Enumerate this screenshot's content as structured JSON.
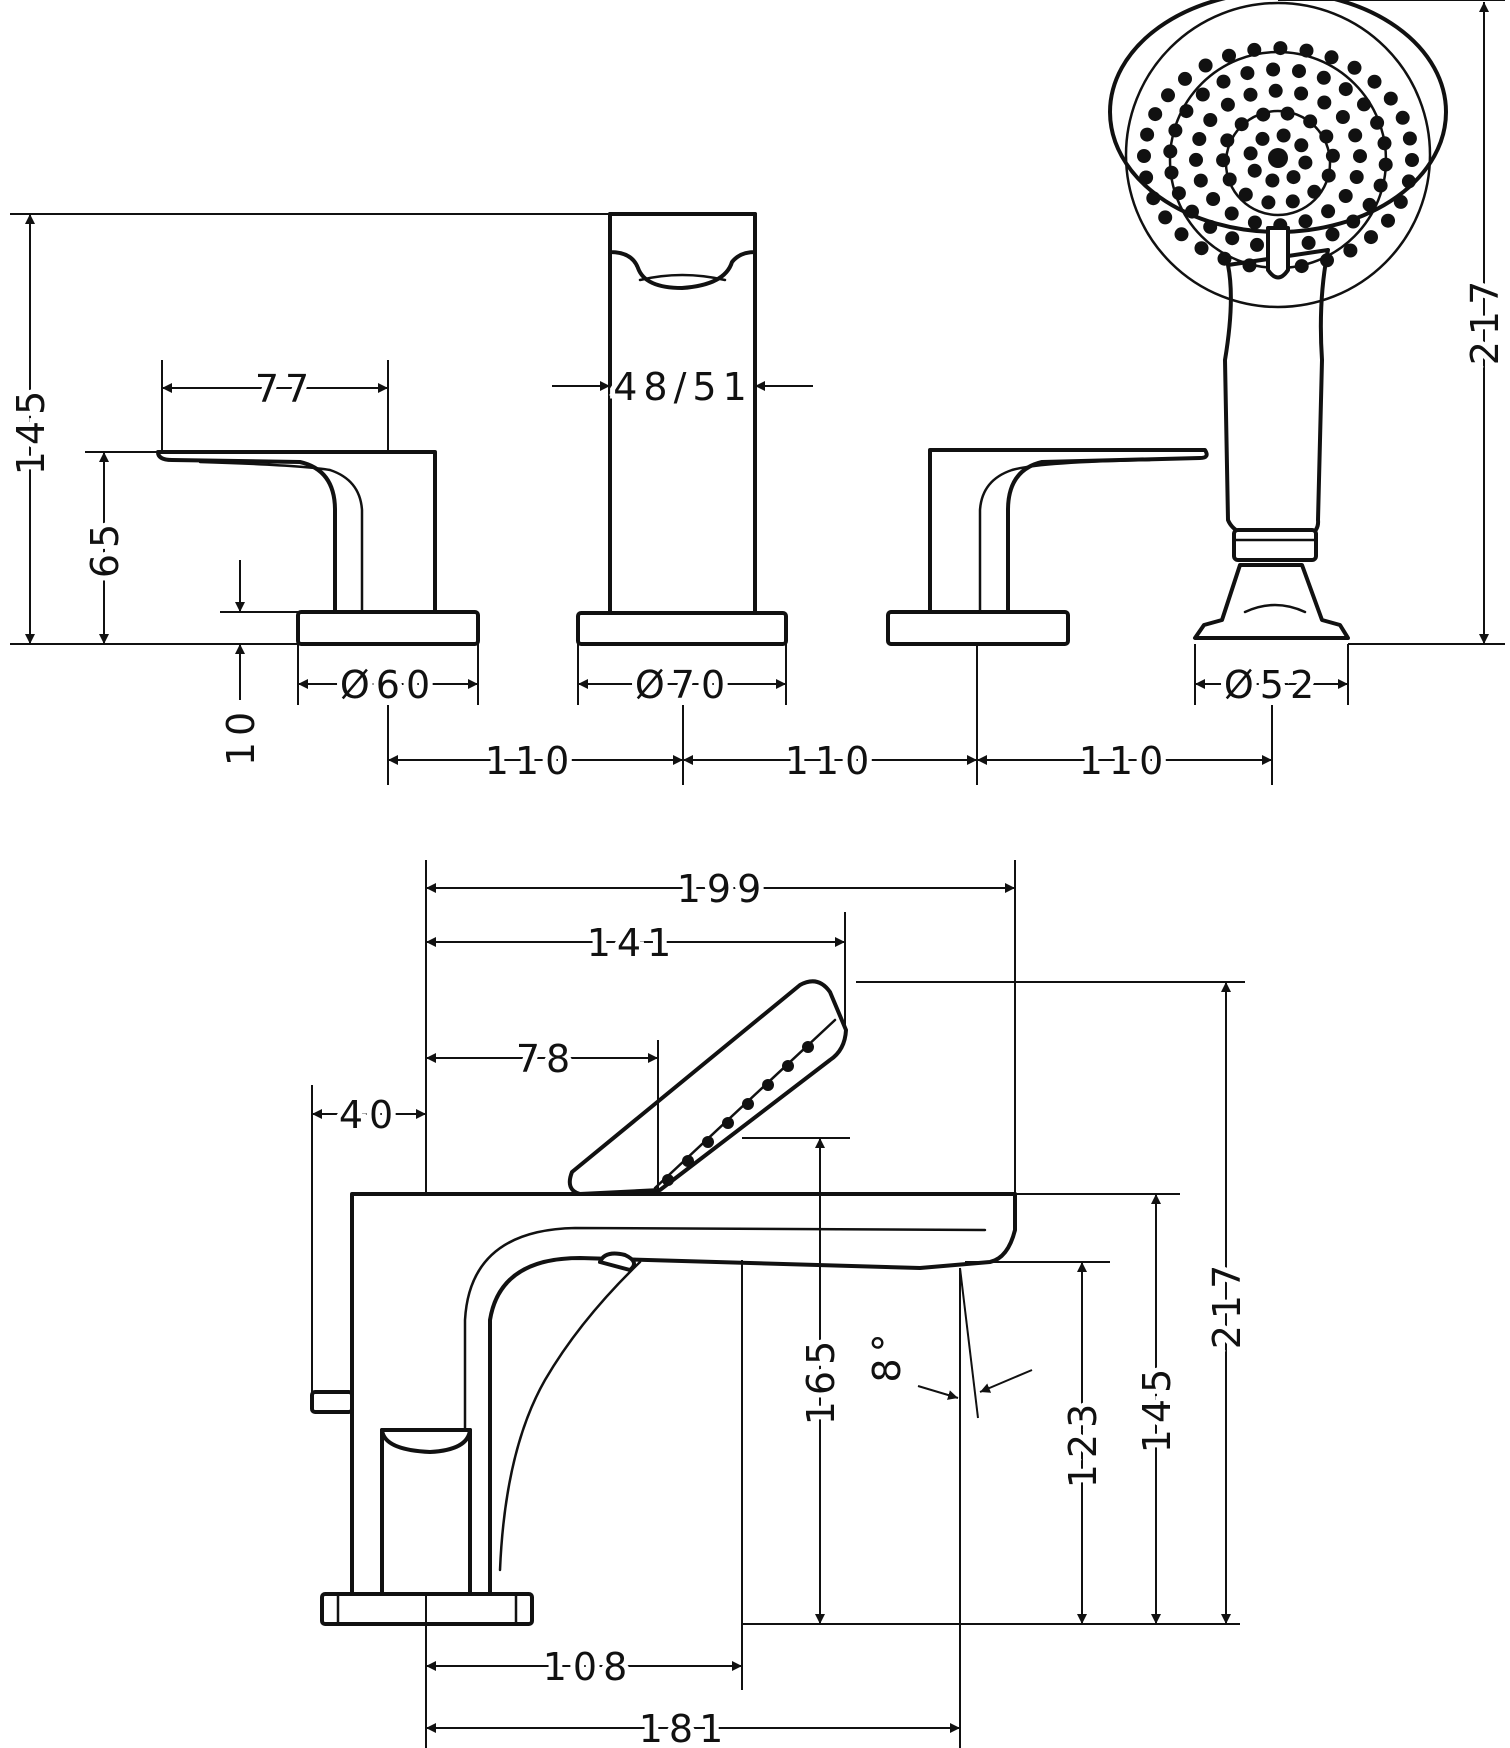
{
  "dimensions": {
    "top_height_total": "145",
    "top_lever_height": "65",
    "top_base_height": "10",
    "top_lever_reach": "77",
    "top_spout_width": "48/51",
    "top_valve_base_dia": "Ø60",
    "top_spout_base_dia": "Ø70",
    "top_shower_base_dia": "Ø52",
    "top_spacing_1": "110",
    "top_spacing_2": "110",
    "top_spacing_3": "110",
    "top_shower_height": "217",
    "side_total_depth": "199",
    "side_shower_reach": "141",
    "side_shower_holder": "78",
    "side_rear_offset": "40",
    "side_holder_height": "165",
    "side_angle": "8°",
    "side_outlet_height": "123",
    "side_spout_height": "145",
    "side_shower_height": "217",
    "side_holder_depth": "108",
    "side_outlet_depth": "181"
  }
}
